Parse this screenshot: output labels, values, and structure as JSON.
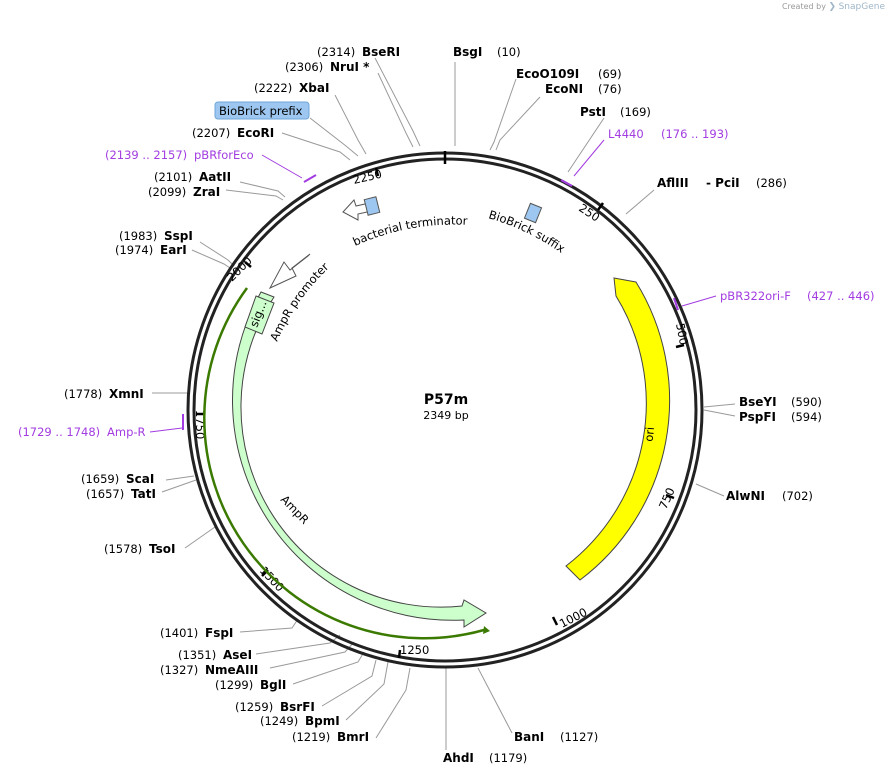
{
  "watermark": {
    "created_by": "Created by",
    "brand": "SnapGene"
  },
  "plasmid": {
    "name": "P57m",
    "length_label": "2349 bp"
  },
  "ticks": [
    "250",
    "500",
    "750",
    "1000",
    "1250",
    "1500",
    "1750",
    "2000",
    "2250"
  ],
  "enzymes": [
    {
      "name": "BseRI",
      "pos": "(2314)"
    },
    {
      "name": "NruI *",
      "pos": "(2306)"
    },
    {
      "name": "XbaI",
      "pos": "(2222)"
    },
    {
      "name": "EcoRI",
      "pos": "(2207)"
    },
    {
      "name": "AatII",
      "pos": "(2101)"
    },
    {
      "name": "ZraI",
      "pos": "(2099)"
    },
    {
      "name": "SspI",
      "pos": "(1983)"
    },
    {
      "name": "EarI",
      "pos": "(1974)"
    },
    {
      "name": "XmnI",
      "pos": "(1778)"
    },
    {
      "name": "ScaI",
      "pos": "(1659)"
    },
    {
      "name": "TatI",
      "pos": "(1657)"
    },
    {
      "name": "TsoI",
      "pos": "(1578)"
    },
    {
      "name": "FspI",
      "pos": "(1401)"
    },
    {
      "name": "AseI",
      "pos": "(1351)"
    },
    {
      "name": "NmeAIII",
      "pos": "(1327)"
    },
    {
      "name": "BglI",
      "pos": "(1299)"
    },
    {
      "name": "BsrFI",
      "pos": "(1259)"
    },
    {
      "name": "BpmI",
      "pos": "(1249)"
    },
    {
      "name": "BmrI",
      "pos": "(1219)"
    },
    {
      "name": "AhdI",
      "pos": "(1179)"
    },
    {
      "name": "BanI",
      "pos": "(1127)"
    },
    {
      "name": "AlwNI",
      "pos": "(702)"
    },
    {
      "name": "BseYI",
      "pos": "(590)"
    },
    {
      "name": "PspFI",
      "pos": "(594)"
    },
    {
      "name": "AflIII",
      "pos": ""
    },
    {
      "name": "- PciI",
      "pos": "(286)"
    },
    {
      "name": "PstI",
      "pos": "(169)"
    },
    {
      "name": "EcoNI",
      "pos": "(76)"
    },
    {
      "name": "EcoO109I",
      "pos": "(69)"
    },
    {
      "name": "BsgI",
      "pos": "(10)"
    }
  ],
  "primers": [
    {
      "name": "L4440",
      "range": "(176 .. 193)"
    },
    {
      "name": "pBR322ori-F",
      "range": "(427 .. 446)"
    },
    {
      "name": "Amp-R",
      "range": "(1729 .. 1748)"
    },
    {
      "name": "pBRforEco",
      "range": "(2139 .. 2157)"
    }
  ],
  "features": {
    "biobrick_prefix": "BioBrick prefix",
    "bacterial_terminator": "bacterial terminator",
    "biobrick_suffix": "BioBrick suffix",
    "ampr_promoter": "AmpR promoter",
    "sig": "sig...",
    "ampr": "AmpR",
    "ori": "ori"
  },
  "colors": {
    "ori": "#ffff00",
    "ampr": "#ccffcc",
    "orf": "#3b7a00",
    "misc": "#9dc7f0",
    "primer": "#a23ce0",
    "backbone": "#222222"
  }
}
